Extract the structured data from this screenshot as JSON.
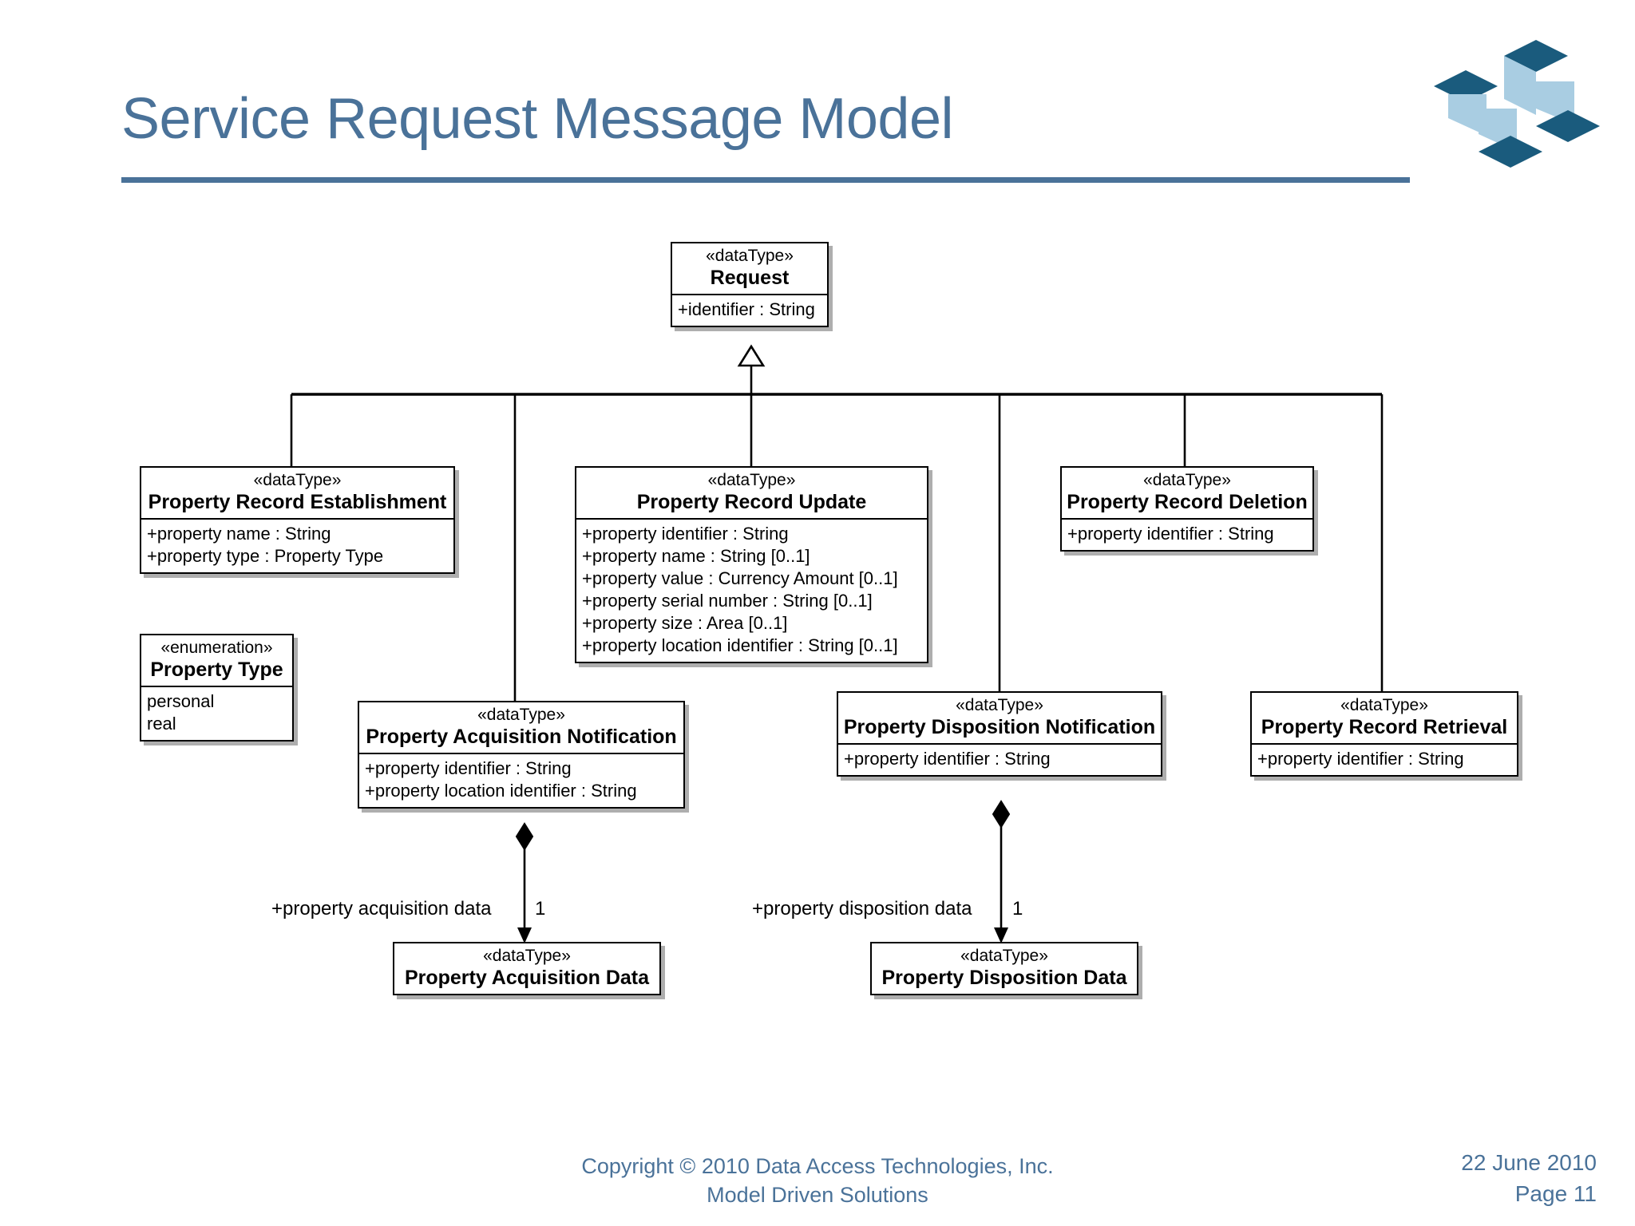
{
  "slide": {
    "title": "Service Request Message Model",
    "accent_color": "#4a7299",
    "logo_dark_color": "#1a5b7d",
    "logo_light_color": "#a9cde2"
  },
  "footer": {
    "copyright_line1": "Copyright © 2010 Data Access Technologies, Inc.",
    "copyright_line2": "Model Driven Solutions",
    "date": "22 June 2010",
    "page": "Page 11"
  },
  "diagram": {
    "type": "uml-class-diagram",
    "stereotype_datatype": "«dataType»",
    "stereotype_enumeration": "«enumeration»",
    "classes": {
      "request": {
        "stereotype": "«dataType»",
        "name": "Request",
        "attributes": [
          "+identifier : String"
        ]
      },
      "property_record_establishment": {
        "stereotype": "«dataType»",
        "name": "Property Record Establishment",
        "attributes": [
          "+property name : String",
          "+property type : Property Type"
        ]
      },
      "property_record_update": {
        "stereotype": "«dataType»",
        "name": "Property Record Update",
        "attributes": [
          "+property identifier : String",
          "+property name : String [0..1]",
          "+property value : Currency Amount [0..1]",
          "+property serial number : String [0..1]",
          "+property size : Area [0..1]",
          "+property location identifier : String [0..1]"
        ]
      },
      "property_record_deletion": {
        "stereotype": "«dataType»",
        "name": "Property Record Deletion",
        "attributes": [
          "+property identifier : String"
        ]
      },
      "property_type": {
        "stereotype": "«enumeration»",
        "name": "Property Type",
        "attributes": [
          "personal",
          "real"
        ]
      },
      "property_acquisition_notification": {
        "stereotype": "«dataType»",
        "name": "Property Acquisition Notification",
        "attributes": [
          "+property identifier : String",
          "+property location identifier : String"
        ]
      },
      "property_disposition_notification": {
        "stereotype": "«dataType»",
        "name": "Property Disposition Notification",
        "attributes": [
          "+property identifier : String"
        ]
      },
      "property_record_retrieval": {
        "stereotype": "«dataType»",
        "name": "Property Record Retrieval",
        "attributes": [
          "+property identifier : String"
        ]
      },
      "property_acquisition_data": {
        "stereotype": "«dataType»",
        "name": "Property Acquisition Data",
        "attributes": []
      },
      "property_disposition_data": {
        "stereotype": "«dataType»",
        "name": "Property Disposition Data",
        "attributes": []
      }
    },
    "generalizations": {
      "parent": "Request",
      "children": [
        "Property Record Establishment",
        "Property Record Update",
        "Property Acquisition Notification",
        "Property Disposition Notification",
        "Property Record Deletion",
        "Property Record Retrieval"
      ]
    },
    "associations": [
      {
        "source": "Property Acquisition Notification",
        "target": "Property Acquisition Data",
        "kind": "composition",
        "role_label": "+property acquisition data",
        "multiplicity": "1"
      },
      {
        "source": "Property Disposition Notification",
        "target": "Property Disposition Data",
        "kind": "composition",
        "role_label": "+property disposition data",
        "multiplicity": "1"
      }
    ]
  }
}
